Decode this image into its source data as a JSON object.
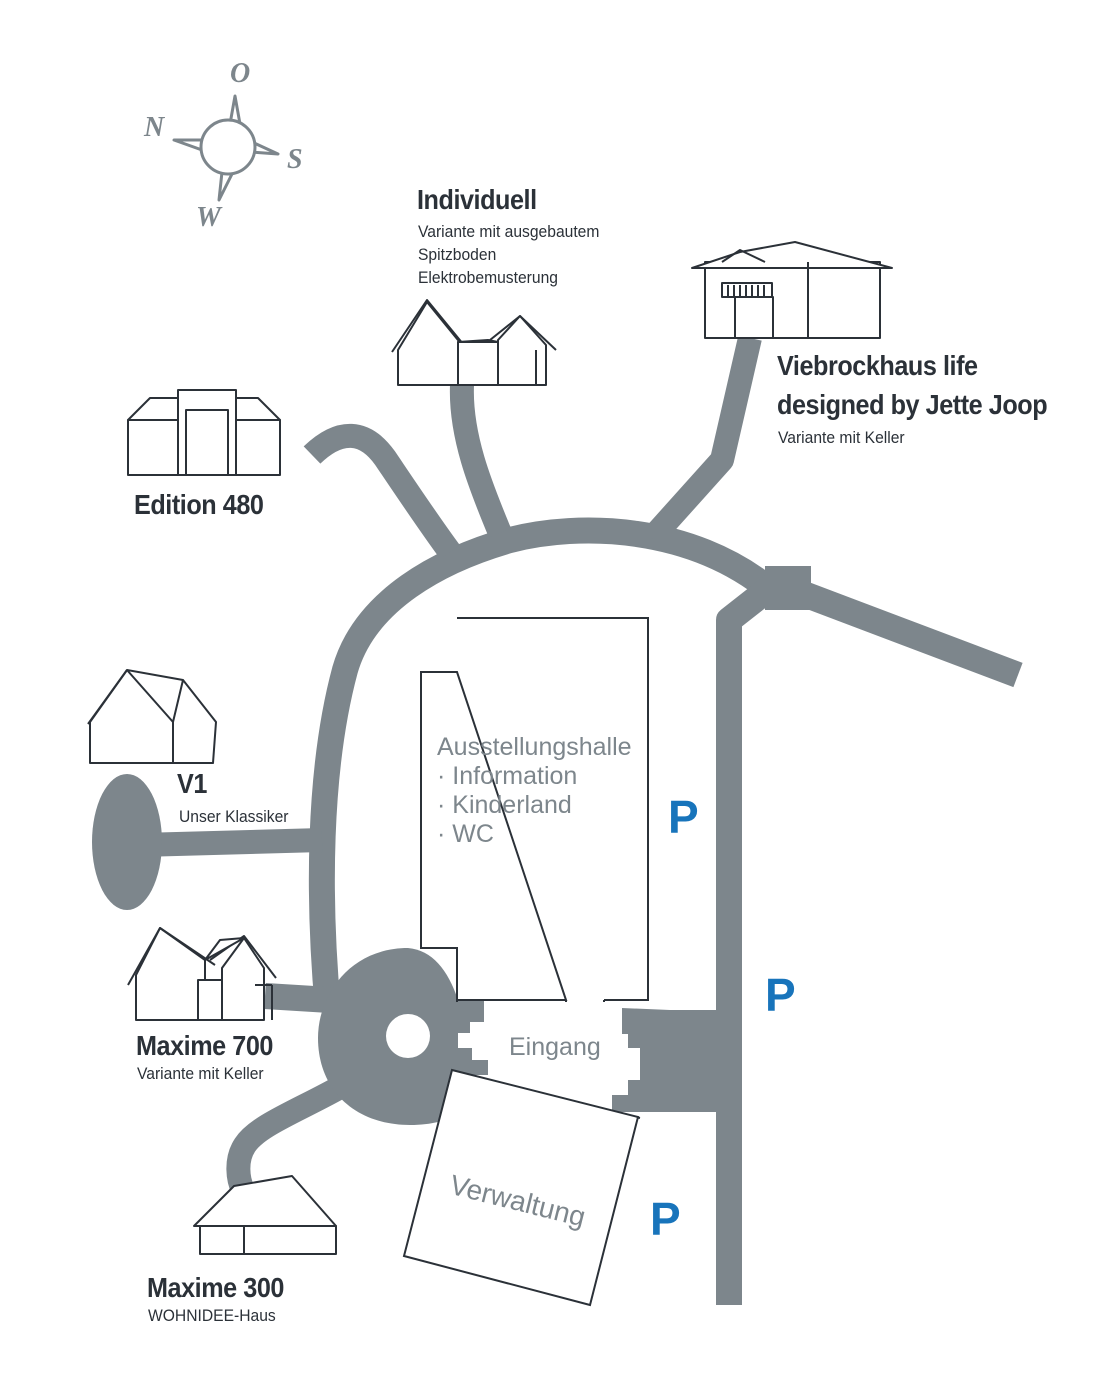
{
  "compass": {
    "north": "N",
    "east": "O",
    "south": "S",
    "west": "W"
  },
  "houses": {
    "individuell": {
      "title": "Individuell",
      "lines": [
        "Variante mit ausgebautem",
        "Spitzboden",
        "Elektrobemusterung"
      ]
    },
    "viebrock": {
      "title_line1": "Viebrockhaus life",
      "title_line2": "designed by Jette Joop",
      "subtitle": "Variante mit Keller"
    },
    "edition480": {
      "title": "Edition 480"
    },
    "v1": {
      "title": "V1",
      "subtitle": "Unser Klassiker"
    },
    "maxime700": {
      "title": "Maxime 700",
      "subtitle": "Variante mit Keller"
    },
    "maxime300": {
      "title": "Maxime 300",
      "subtitle": "WOHNIDEE-Haus"
    }
  },
  "hall": {
    "name": "Ausstellungshalle",
    "items": [
      "· Information",
      "· Kinderland",
      "· WC"
    ]
  },
  "entrance": "Eingang",
  "admin": "Verwaltung",
  "parking": [
    "P",
    "P",
    "P"
  ],
  "colors": {
    "road": "#7d868c",
    "outline": "#2b3138",
    "parking": "#1874bb",
    "hall_text": "#7d868c"
  }
}
